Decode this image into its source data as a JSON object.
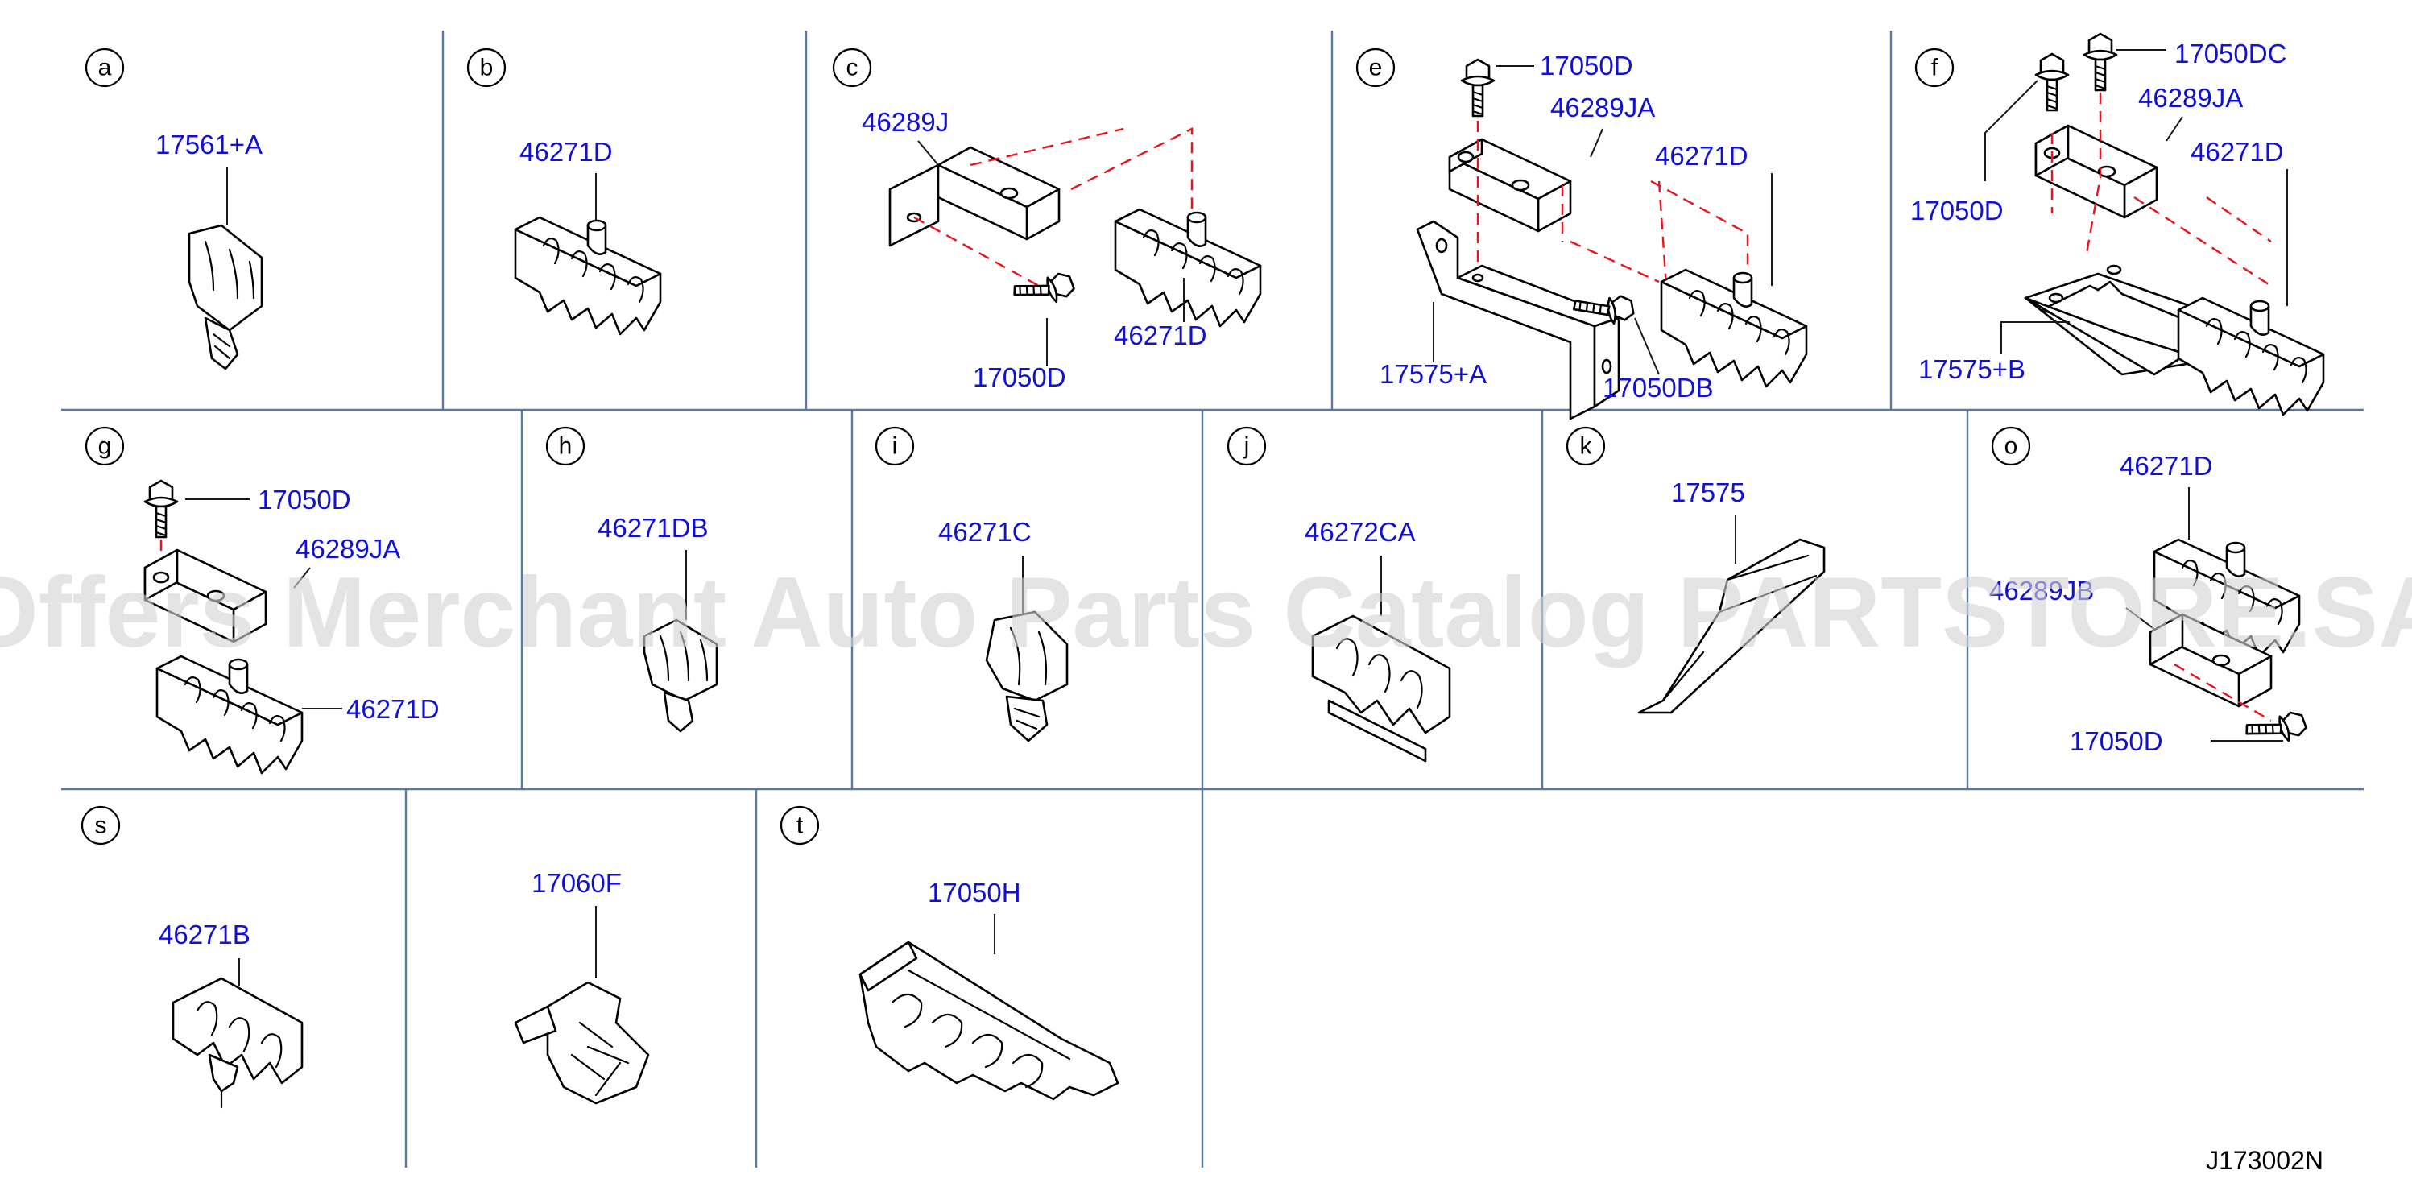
{
  "panels": [
    {
      "letter": "a",
      "labels": [
        "17561+A"
      ]
    },
    {
      "letter": "b",
      "labels": [
        "46271D"
      ]
    },
    {
      "letter": "c",
      "labels": [
        "46289J",
        "17050D",
        "46271D"
      ]
    },
    {
      "letter": "e",
      "labels": [
        "17050D",
        "46289JA",
        "46271D",
        "17575+A",
        "17050DB"
      ]
    },
    {
      "letter": "f",
      "labels": [
        "17050DC",
        "17050D",
        "46289JA",
        "46271D",
        "17575+B"
      ]
    },
    {
      "letter": "g",
      "labels": [
        "17050D",
        "46289JA",
        "46271D"
      ]
    },
    {
      "letter": "h",
      "labels": [
        "46271DB"
      ]
    },
    {
      "letter": "i",
      "labels": [
        "46271C"
      ]
    },
    {
      "letter": "j",
      "labels": [
        "46272CA"
      ]
    },
    {
      "letter": "k",
      "labels": [
        "17575"
      ]
    },
    {
      "letter": "o",
      "labels": [
        "46271D",
        "46289JB",
        "17050D"
      ]
    },
    {
      "letter": "s",
      "labels": [
        "46271B"
      ]
    },
    {
      "letter": "t",
      "labels": [
        "17060F"
      ]
    },
    {
      "letter": "",
      "labels": [
        "17050H"
      ]
    }
  ],
  "reference_code": "J173002N",
  "watermark": "Offers Merchant Auto Parts Catalog PARTSTORE.SA",
  "colors": {
    "label": "#1010d8",
    "assembly_dash": "#e8141c",
    "grid_line": "#5878a8",
    "watermark": "#d4d4d4"
  }
}
